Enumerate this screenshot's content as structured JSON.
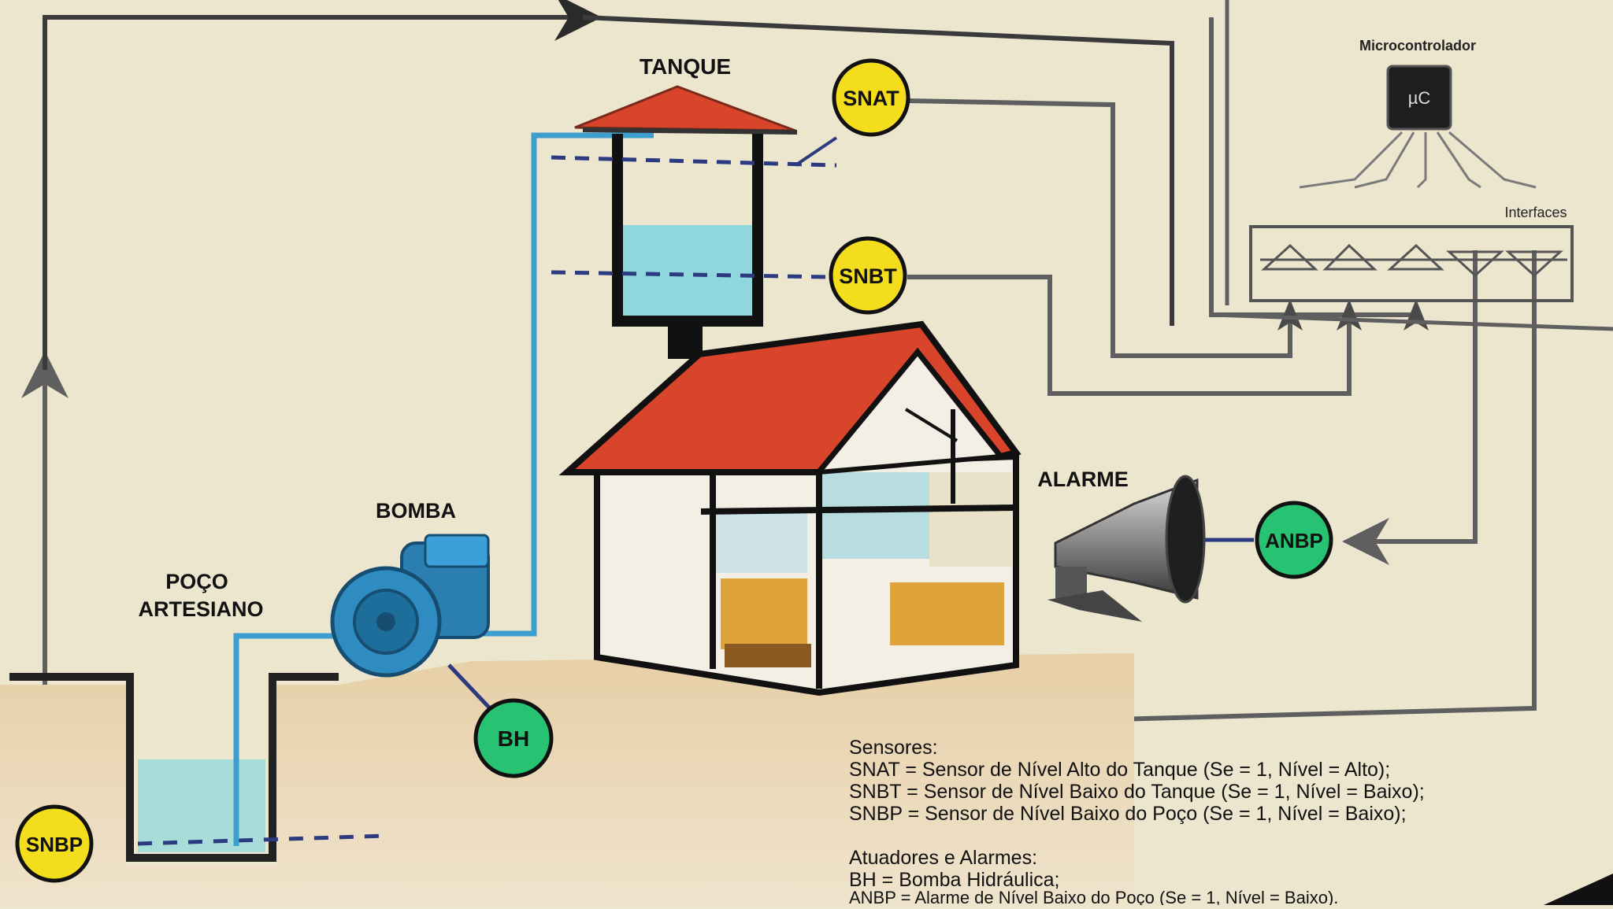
{
  "labels": {
    "tanque": "TANQUE",
    "bomba": "BOMBA",
    "poco_line1": "POÇO",
    "poco_line2": "ARTESIANO",
    "alarme": "ALARME",
    "microcontrolador": "Microcontrolador",
    "chip_text": "µC",
    "interfaces": "Interfaces"
  },
  "sensors": {
    "snat": "SNAT",
    "snbt": "SNBT",
    "snbp": "SNBP",
    "bh": "BH",
    "anbp": "ANBP"
  },
  "legend": {
    "sensores_title": "Sensores:",
    "snat_line": "SNAT = Sensor de Nível Alto do Tanque (Se = 1, Nível = Alto);",
    "snbt_line": "SNBT = Sensor de Nível Baixo do Tanque (Se = 1, Nível = Baixo);",
    "snbp_line": "SNBP = Sensor de Nível Baixo do Poço (Se = 1, Nível = Baixo);",
    "atuadores_title": "Atuadores e Alarmes:",
    "bh_line": "BH = Bomba Hidráulica;",
    "anbp_line": "ANBP = Alarme de Nível Baixo do Poço (Se = 1, Nível = Baixo)."
  },
  "colors": {
    "background": "#ece6cf",
    "wire": "#5f5f5f",
    "pipe": "#3d9fd0",
    "water": "#8fd7dc",
    "roof": "#d8452a",
    "sensor_yellow": "#f4dd1d",
    "actuator_green": "#27c373",
    "navy_dash": "#2c3a80"
  }
}
